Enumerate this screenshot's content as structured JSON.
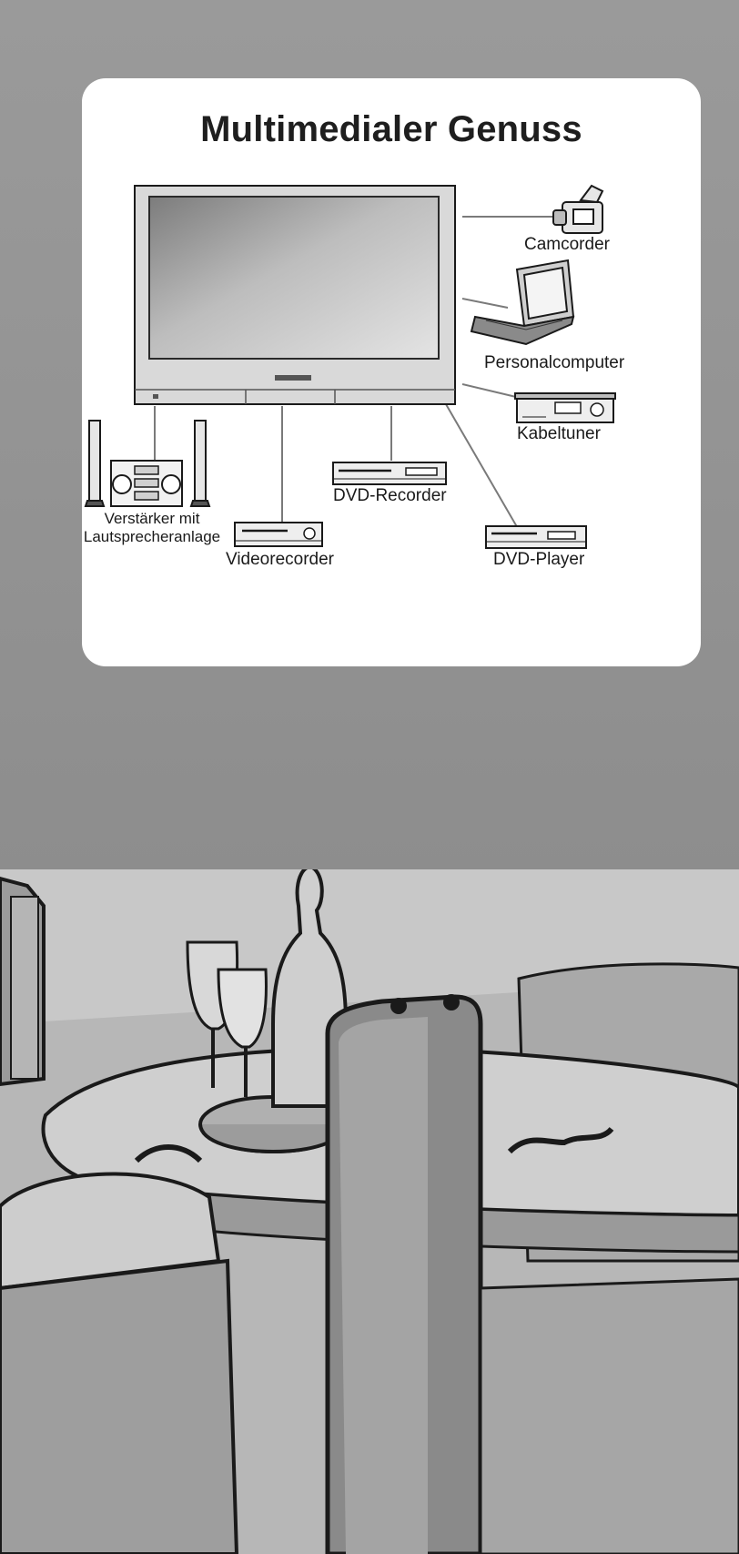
{
  "title": "Multimedialer Genuss",
  "devices": {
    "camcorder": "Camcorder",
    "pc": "Personalcomputer",
    "cable_tuner": "Kabeltuner",
    "dvd_player": "DVD-Player",
    "dvd_recorder": "DVD-Recorder",
    "videorecorder": "Videorecorder",
    "amplifier_line1": "Verstärker mit",
    "amplifier_line2": "Lautsprecheranlage"
  },
  "colors": {
    "background": "#8f8f8f",
    "card": "#ffffff",
    "connection_line": "#777777",
    "outline": "#1a1a1a"
  }
}
